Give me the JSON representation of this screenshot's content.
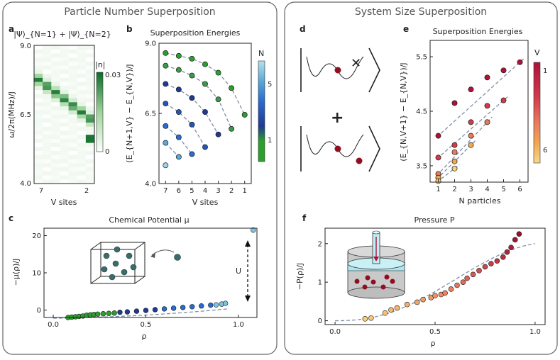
{
  "panels": {
    "left_title": "Particle Number Superposition",
    "right_title": "System Size Superposition",
    "letters": {
      "a": "a",
      "b": "b",
      "c": "c",
      "d": "d",
      "e": "e",
      "f": "f"
    }
  },
  "colors": {
    "frame": "#666666",
    "n_scale": [
      "#2ca02c",
      "#1f3a93",
      "#2a6bd1",
      "#5aa9d6",
      "#9fd4e8"
    ],
    "v_scale": [
      "#b0103a",
      "#d23b4b",
      "#ea7a5e",
      "#f2a64f",
      "#f8cf7a"
    ],
    "dashed": "#7f8fa6"
  },
  "heatmap": {
    "title": "|Ψ⟩_{N=1} + |Ψ⟩_{N=2}",
    "ylabel": "ω/2π(MHz)/J",
    "xlabel": "V sites",
    "yticks": [
      "9.0",
      "6.5",
      "4.0"
    ],
    "xticks": [
      "7",
      "2"
    ],
    "cbar_label": "|n|",
    "cbar_ticks": [
      "0.03",
      "0"
    ]
  },
  "chart_data": [
    {
      "id": "b",
      "type": "scatter",
      "title": "Superposition Energies",
      "xlabel": "V sites",
      "ylabel": "(E_{N+1,V} − E_{N,V})/J",
      "xlim": [
        7.5,
        0.5
      ],
      "ylim": [
        4.0,
        9.0
      ],
      "xticks": [
        "7",
        "6",
        "5",
        "4",
        "3",
        "2",
        "1"
      ],
      "yticks": [
        "9.0",
        "6.5",
        "4.0"
      ],
      "colorbar_label": "N",
      "colorbar_ticks": [
        "5",
        "1"
      ],
      "series": [
        {
          "x": [
            7,
            6,
            5,
            4,
            3,
            2,
            1
          ],
          "y": [
            8.65,
            8.55,
            8.45,
            8.25,
            7.95,
            7.4,
            6.45
          ]
        },
        {
          "x": [
            7,
            6,
            5,
            4,
            3,
            2
          ],
          "y": [
            8.2,
            8.05,
            7.85,
            7.55,
            7.0,
            5.95
          ]
        },
        {
          "x": [
            7,
            6,
            5,
            4,
            3
          ],
          "y": [
            7.55,
            7.35,
            7.05,
            6.55,
            5.75
          ]
        },
        {
          "x": [
            7,
            6,
            5,
            4
          ],
          "y": [
            6.85,
            6.55,
            6.1,
            5.3
          ]
        },
        {
          "x": [
            7,
            6,
            5
          ],
          "y": [
            6.05,
            5.65,
            5.05
          ]
        },
        {
          "x": [
            7,
            6
          ],
          "y": [
            5.45,
            4.95
          ]
        },
        {
          "x": [
            7
          ],
          "y": [
            4.65
          ]
        }
      ]
    },
    {
      "id": "c",
      "type": "scatter",
      "title": "Chemical Potential μ",
      "xlabel": "ρ",
      "ylabel": "−μ(ρ)/J",
      "xlim": [
        -0.05,
        1.1
      ],
      "ylim": [
        -2,
        22
      ],
      "xticks": [
        "0.0",
        "0.5",
        "1.0"
      ],
      "yticks": [
        "0",
        "10",
        "20"
      ],
      "annotation": "U",
      "points": [
        [
          0.08,
          -2.0
        ],
        [
          0.1,
          -1.9
        ],
        [
          0.12,
          -1.8
        ],
        [
          0.14,
          -1.7
        ],
        [
          0.16,
          -1.6
        ],
        [
          0.18,
          -1.4
        ],
        [
          0.2,
          -1.3
        ],
        [
          0.22,
          -1.2
        ],
        [
          0.24,
          -1.1
        ],
        [
          0.27,
          -1.0
        ],
        [
          0.3,
          -0.9
        ],
        [
          0.33,
          -0.8
        ],
        [
          0.36,
          -0.6
        ],
        [
          0.4,
          -0.5
        ],
        [
          0.45,
          -0.3
        ],
        [
          0.5,
          -0.1
        ],
        [
          0.55,
          0.1
        ],
        [
          0.6,
          0.3
        ],
        [
          0.65,
          0.5
        ],
        [
          0.7,
          0.7
        ],
        [
          0.75,
          0.9
        ],
        [
          0.8,
          1.1
        ],
        [
          0.85,
          1.3
        ],
        [
          0.88,
          1.4
        ],
        [
          0.91,
          1.6
        ],
        [
          0.93,
          1.8
        ],
        [
          1.08,
          21.5
        ]
      ]
    },
    {
      "id": "e",
      "type": "scatter",
      "title": "Superposition Energies",
      "xlabel": "N particles",
      "ylabel": "(E_{N,V+1} − E_{N,V})/J",
      "xlim": [
        0.5,
        6.5
      ],
      "ylim": [
        3.2,
        5.8
      ],
      "xticks": [
        "1",
        "2",
        "3",
        "4",
        "5",
        "6"
      ],
      "yticks": [
        "5.5",
        "4.5",
        "3.5"
      ],
      "colorbar_label": "V",
      "colorbar_ticks": [
        "1",
        "6"
      ],
      "series": [
        {
          "x": [
            1,
            2,
            3,
            4,
            5,
            6
          ],
          "y": [
            4.05,
            4.65,
            4.9,
            5.12,
            5.25,
            5.4
          ]
        },
        {
          "x": [
            1,
            2,
            3,
            4,
            5
          ],
          "y": [
            3.65,
            3.88,
            4.3,
            4.6,
            4.7
          ]
        },
        {
          "x": [
            1,
            2,
            3,
            4
          ],
          "y": [
            3.35,
            3.75,
            4.05,
            4.3
          ]
        },
        {
          "x": [
            1,
            2,
            3
          ],
          "y": [
            3.28,
            3.58,
            3.88
          ]
        },
        {
          "x": [
            1,
            2
          ],
          "y": [
            3.22,
            3.45
          ]
        }
      ]
    },
    {
      "id": "f",
      "type": "scatter",
      "title": "Pressure P",
      "xlabel": "ρ",
      "ylabel": "−P(ρ)/J",
      "xlim": [
        -0.05,
        1.05
      ],
      "ylim": [
        -0.1,
        2.4
      ],
      "xticks": [
        "0.0",
        "0.5",
        "1.0"
      ],
      "yticks": [
        "0",
        "1",
        "2"
      ],
      "points": [
        [
          0.15,
          0.05
        ],
        [
          0.18,
          0.07
        ],
        [
          0.25,
          0.2
        ],
        [
          0.28,
          0.28
        ],
        [
          0.31,
          0.33
        ],
        [
          0.36,
          0.42
        ],
        [
          0.41,
          0.48
        ],
        [
          0.44,
          0.55
        ],
        [
          0.48,
          0.6
        ],
        [
          0.5,
          0.65
        ],
        [
          0.53,
          0.68
        ],
        [
          0.55,
          0.72
        ],
        [
          0.58,
          0.82
        ],
        [
          0.61,
          0.92
        ],
        [
          0.64,
          1.0
        ],
        [
          0.66,
          1.1
        ],
        [
          0.69,
          1.2
        ],
        [
          0.72,
          1.3
        ],
        [
          0.75,
          1.4
        ],
        [
          0.78,
          1.48
        ],
        [
          0.81,
          1.55
        ],
        [
          0.84,
          1.65
        ],
        [
          0.86,
          1.78
        ],
        [
          0.88,
          1.9
        ],
        [
          0.9,
          2.1
        ],
        [
          0.92,
          2.25
        ]
      ]
    }
  ]
}
